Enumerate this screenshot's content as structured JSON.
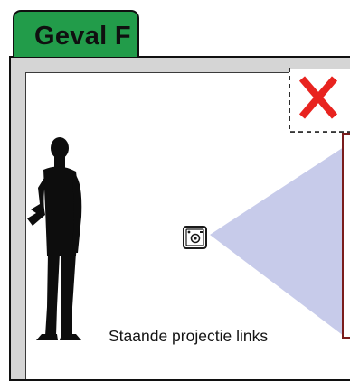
{
  "case": {
    "title": "Geval F",
    "caption": "Staande projectie links"
  },
  "colors": {
    "tab": "#229c4a",
    "frame": "#d5d5d5",
    "beam": "#c7cbea",
    "screen": "#7a1c1c",
    "forbidden": "#e8231f"
  },
  "icons": {
    "person": "standing-person-silhouette",
    "projector": "projector-icon",
    "forbidden": "red-cross-icon"
  }
}
